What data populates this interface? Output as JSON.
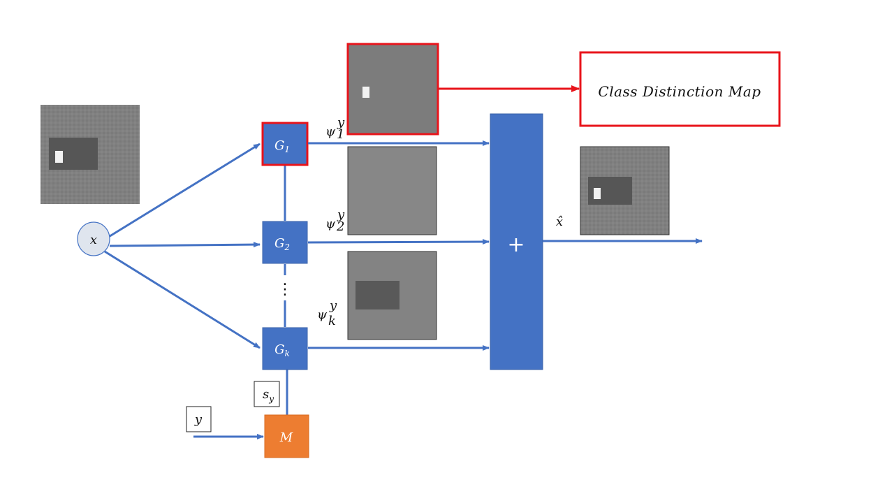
{
  "nodes": {
    "x": {
      "label": "x"
    },
    "g1": {
      "label": "G",
      "sub": "1"
    },
    "g2": {
      "label": "G",
      "sub": "2"
    },
    "gk": {
      "label": "G",
      "sub": "k"
    },
    "m": {
      "label": "M"
    },
    "y": {
      "label": "y"
    },
    "sy": {
      "label": "s",
      "sub": "y"
    },
    "sum": {
      "label": "+"
    },
    "dots": {
      "label": "⋮"
    }
  },
  "psi_labels": [
    {
      "base": "ψ",
      "sup": "y",
      "sub": "1"
    },
    {
      "base": "ψ",
      "sup": "y",
      "sub": "2"
    },
    {
      "base": "ψ",
      "sup": "y",
      "sub": "k"
    }
  ],
  "output_label": "x̂",
  "class_map": {
    "label": "Class Distinction Map"
  },
  "colors": {
    "blue": "#4472c4",
    "orange": "#ed7d31",
    "red": "#e8141b",
    "node_bg": "#dfe5ee"
  }
}
